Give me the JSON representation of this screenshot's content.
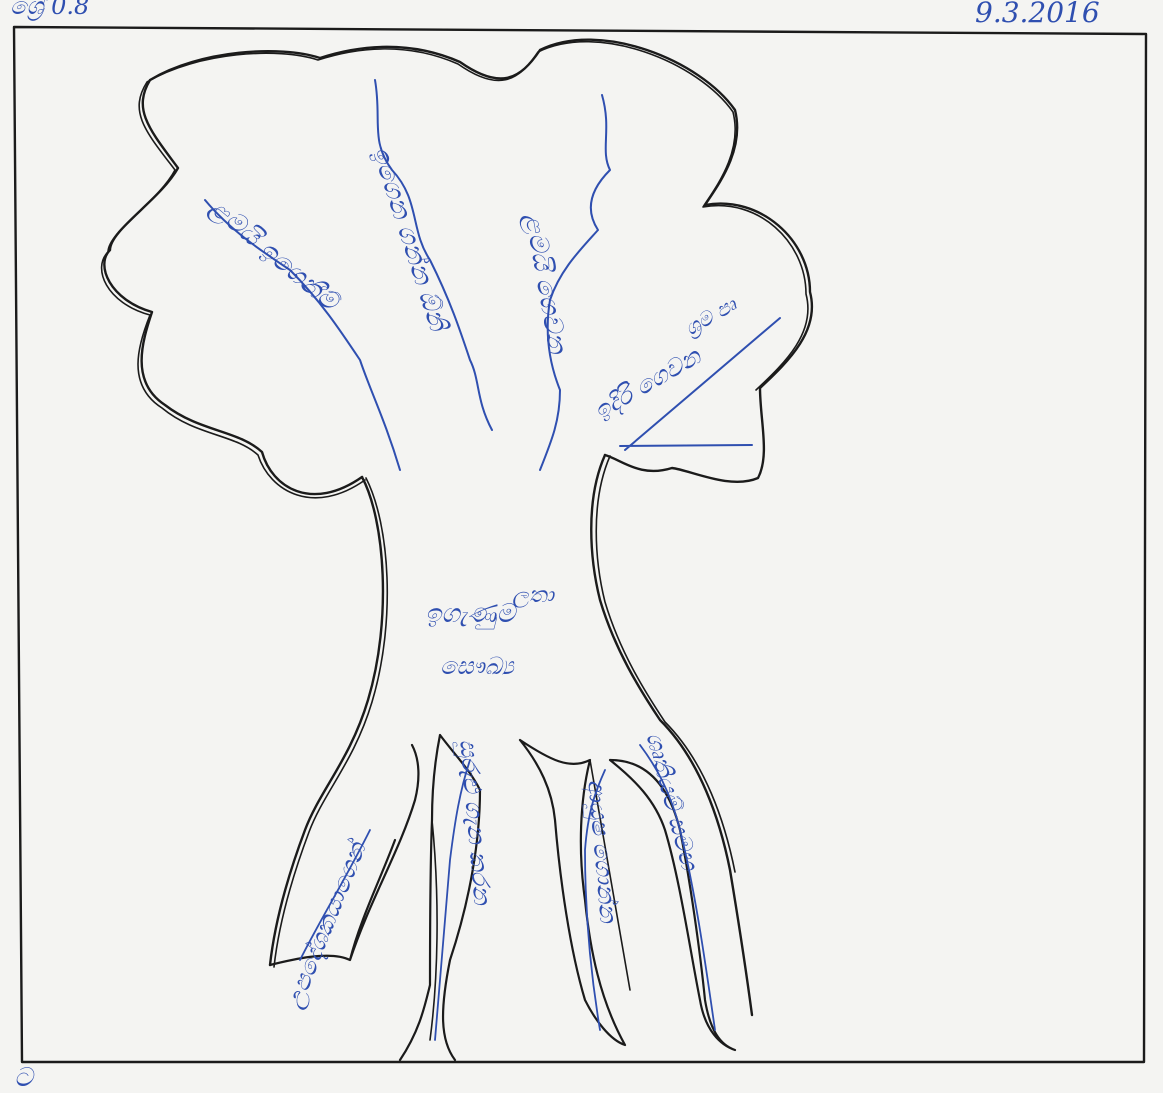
{
  "page": {
    "header_left": "ශ්‍රේ 0.8",
    "date": "9.3.2016",
    "footer_left": "ට"
  },
  "tree": {
    "trunk_label": [
      "ඉගැණුම",
      "ලතා"
    ],
    "trunk_label_second": "සෞඛ්‍ය",
    "branches": [
      {
        "label": "ළමයි ඉගෙනීම්"
      },
      {
        "label": "ඉගෙන ගන්න ඕනි"
      },
      {
        "label": "ළමයි ගෙවන"
      },
      {
        "label": "ඉදිරි ගෙවන"
      },
      {
        "label": "ශ්‍රම පෘ"
      }
    ],
    "roots": [
      {
        "label": "උපදේශකයාගෙන්"
      },
      {
        "label": "සුරුළු ගැන කරන"
      },
      {
        "label": "ආයුෂ ගොන්න"
      },
      {
        "label": "ශ්‍රුතියම් සමඟ"
      }
    ]
  },
  "colors": {
    "paper": "#f4f4f2",
    "pencil": "#1b1b1b",
    "pen": "#2f4fb0"
  }
}
